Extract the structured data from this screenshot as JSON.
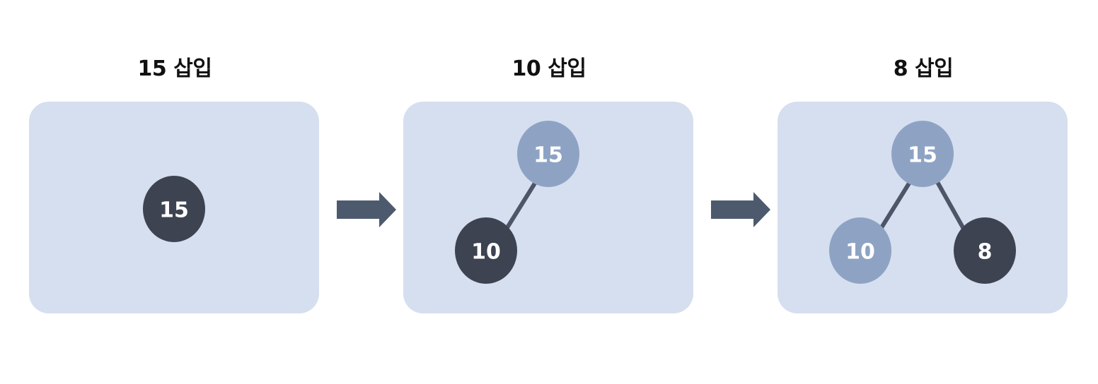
{
  "colors": {
    "panel_bg": "#d5dfef",
    "node_new": "#3d4350",
    "node_existing": "#8ea3c4",
    "edge": "#4d5668",
    "arrow": "#4d5a6e",
    "node_text": "#ffffff"
  },
  "steps": [
    {
      "title": "15 삽입",
      "nodes": [
        {
          "label": "15",
          "state": "new"
        }
      ],
      "edges": []
    },
    {
      "title": "10 삽입",
      "nodes": [
        {
          "label": "15",
          "state": "existing"
        },
        {
          "label": "10",
          "state": "new"
        }
      ],
      "edges": [
        {
          "from": 0,
          "to": 1
        }
      ]
    },
    {
      "title": "8 삽입",
      "nodes": [
        {
          "label": "15",
          "state": "existing"
        },
        {
          "label": "10",
          "state": "existing"
        },
        {
          "label": "8",
          "state": "new"
        }
      ],
      "edges": [
        {
          "from": 0,
          "to": 1
        },
        {
          "from": 0,
          "to": 2
        }
      ]
    }
  ]
}
